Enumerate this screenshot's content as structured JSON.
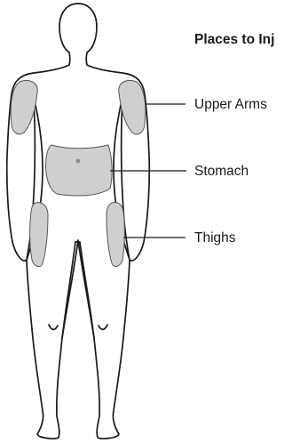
{
  "title": "Places to Inj",
  "labels": {
    "upper_arms": "Upper Arms",
    "stomach": "Stomach",
    "thighs": "Thighs"
  },
  "colors": {
    "outline": "#1a1a1a",
    "injection_area": "#cfcfcf",
    "background": "#ffffff"
  }
}
